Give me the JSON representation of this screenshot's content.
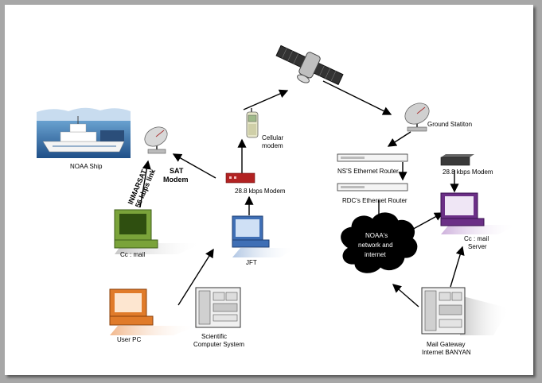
{
  "labels": {
    "ship": "NOAA Ship",
    "inmarsat_line1": "INMARSAT",
    "inmarsat_line2": "56 kbps link",
    "sat_modem_line1": "SAT",
    "sat_modem_line2": "Modem",
    "cellular_line1": "Cellular",
    "cellular_line2": "modem",
    "modem_288_left": "28.8 kbps Modem",
    "ground_station": "Ground Statiton",
    "ns_router": "NS'S Ethernet Router",
    "rdc_router": "RDC's Ethernet Router",
    "modem_288_right": "28.8 kbps Modem",
    "ccmail_pc": "Cc : mail",
    "jft": "JFT",
    "cloud_line1": "NOAA's",
    "cloud_line2": "network and",
    "cloud_line3": "internet",
    "ccmail_server_line1": "Cc : mail",
    "ccmail_server_line2": "Server",
    "user_pc": "User PC",
    "sci_line1": "Scientific",
    "sci_line2": "Computer System",
    "gateway_line1": "Mail Gateway",
    "gateway_line2": "Internet BANYAN"
  },
  "colors": {
    "pc_green": "#7aa33a",
    "pc_blue": "#3f6fb5",
    "pc_orange": "#e07b2a",
    "pc_purple": "#6b2f86",
    "modem_red": "#b22222",
    "cloud": "#000000"
  }
}
